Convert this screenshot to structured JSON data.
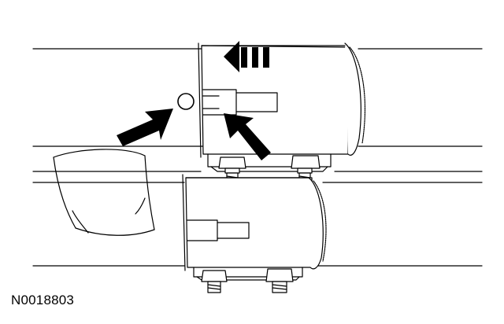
{
  "figure": {
    "reference_id": "N0018803",
    "line_color": "#000000",
    "background_color": "#ffffff",
    "callouts": [
      {
        "name": "slide-direction-arrow",
        "icon": "triple-bar-left-arrow"
      },
      {
        "name": "alignment-mark-arrow",
        "icon": "solid-arrow"
      },
      {
        "name": "slot-arrow",
        "icon": "solid-arrow"
      }
    ]
  }
}
